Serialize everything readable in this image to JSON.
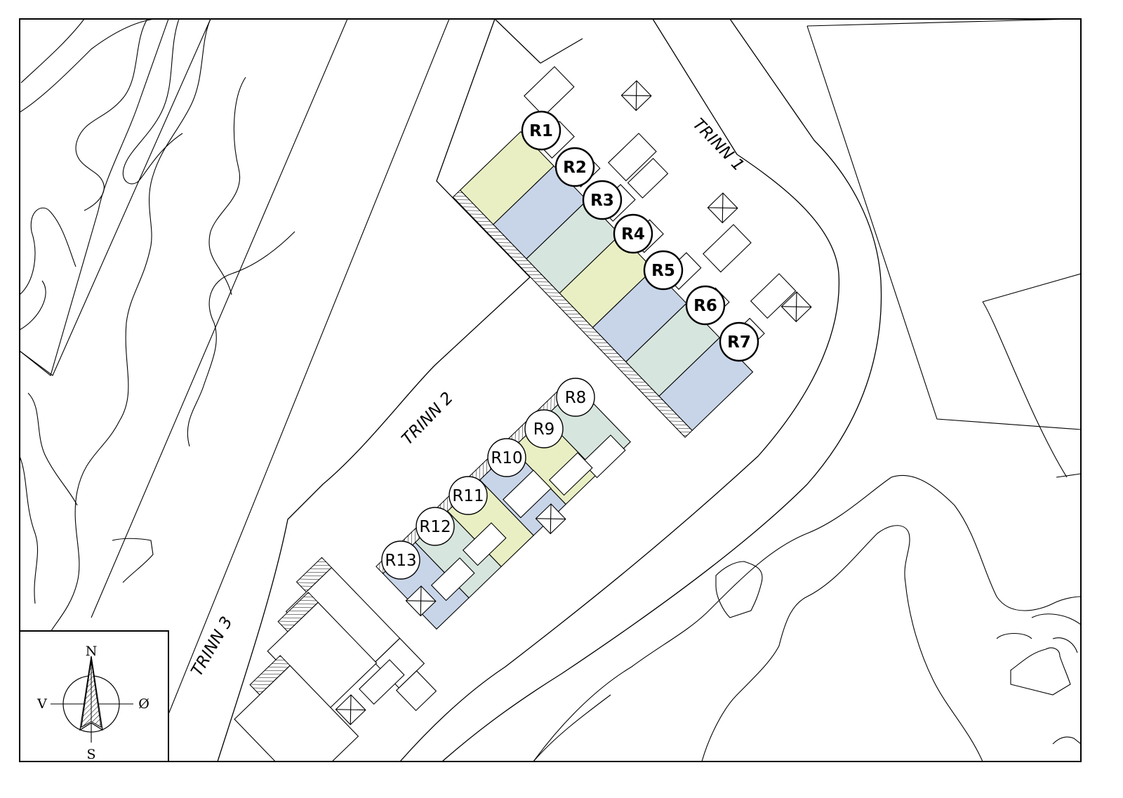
{
  "map": {
    "colors": {
      "yellow": "#eaeec3",
      "blue": "#c8d5e8",
      "green": "#d6e5dd",
      "outline": "#000000",
      "background": "#ffffff"
    },
    "stages": [
      {
        "id": "trinn1",
        "label": "TRINN 1"
      },
      {
        "id": "trinn2",
        "label": "TRINN 2"
      },
      {
        "id": "trinn3",
        "label": "TRINN 3"
      }
    ],
    "units": [
      {
        "label": "R1",
        "stage": "TRINN 1",
        "color": "yellow"
      },
      {
        "label": "R2",
        "stage": "TRINN 1",
        "color": "blue"
      },
      {
        "label": "R3",
        "stage": "TRINN 1",
        "color": "green"
      },
      {
        "label": "R4",
        "stage": "TRINN 1",
        "color": "yellow"
      },
      {
        "label": "R5",
        "stage": "TRINN 1",
        "color": "blue"
      },
      {
        "label": "R6",
        "stage": "TRINN 1",
        "color": "green"
      },
      {
        "label": "R7",
        "stage": "TRINN 1",
        "color": "blue"
      },
      {
        "label": "R8",
        "stage": "TRINN 2",
        "color": "green"
      },
      {
        "label": "R9",
        "stage": "TRINN 2",
        "color": "yellow"
      },
      {
        "label": "R10",
        "stage": "TRINN 2",
        "color": "blue"
      },
      {
        "label": "R11",
        "stage": "TRINN 2",
        "color": "yellow"
      },
      {
        "label": "R12",
        "stage": "TRINN 2",
        "color": "green"
      },
      {
        "label": "R13",
        "stage": "TRINN 2",
        "color": "blue"
      }
    ],
    "compass": {
      "north": "N",
      "south": "S",
      "east": "Ø",
      "west": "V"
    }
  }
}
